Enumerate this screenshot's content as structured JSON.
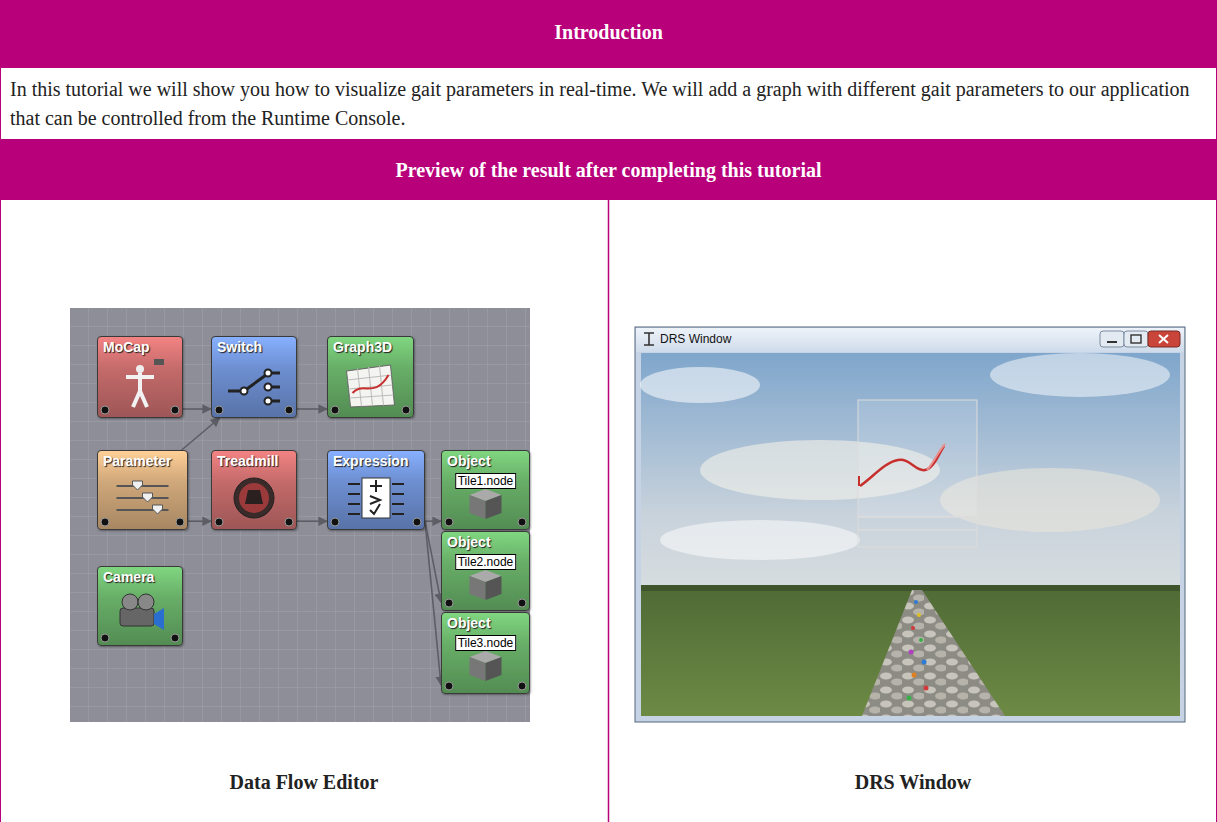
{
  "diagram": {
    "title": "Introduction",
    "nodes": [
      {
        "text": [
          "MoCap"
        ]
      },
      {
        "text": [
          "Switch"
        ]
      },
      {
        "text": [
          "Graph3D"
        ]
      },
      {
        "text": [
          "Parameter"
        ]
      },
      {
        "text": [
          "Treadmill"
        ]
      },
      {
        "text": [
          "Expression"
        ]
      },
      {
        "text": [
          "Object",
          "Tile1.node"
        ]
      },
      {
        "text": [
          "Object",
          "Tile2.node"
        ]
      },
      {
        "text": [
          "Object",
          "Tile3.node"
        ]
      },
      {
        "text": [
          "Camera"
        ]
      }
    ],
    "edges": [
      {
        "from": 0,
        "to": 1,
        "arrow": "to"
      },
      {
        "from": 1,
        "to": 2,
        "arrow": "to"
      },
      {
        "from": 3,
        "to": 1,
        "arrow": "to"
      },
      {
        "from": 3,
        "to": 4,
        "arrow": "to"
      },
      {
        "from": 4,
        "to": 5,
        "arrow": "to"
      },
      {
        "from": 5,
        "to": 6,
        "arrow": "to"
      },
      {
        "from": 5,
        "to": 7,
        "arrow": "to"
      },
      {
        "from": 5,
        "to": 8,
        "arrow": "to"
      }
    ],
    "labels": [
      "In this tutorial we will show you how to visualize gait parameters in real-time. We will add a graph with different gait parameters to our application that can be controlled from the Runtime Console.",
      "Preview of the result after completing this tutorial",
      "Data Flow Editor",
      "DRS Window",
      "DRS Window"
    ]
  }
}
